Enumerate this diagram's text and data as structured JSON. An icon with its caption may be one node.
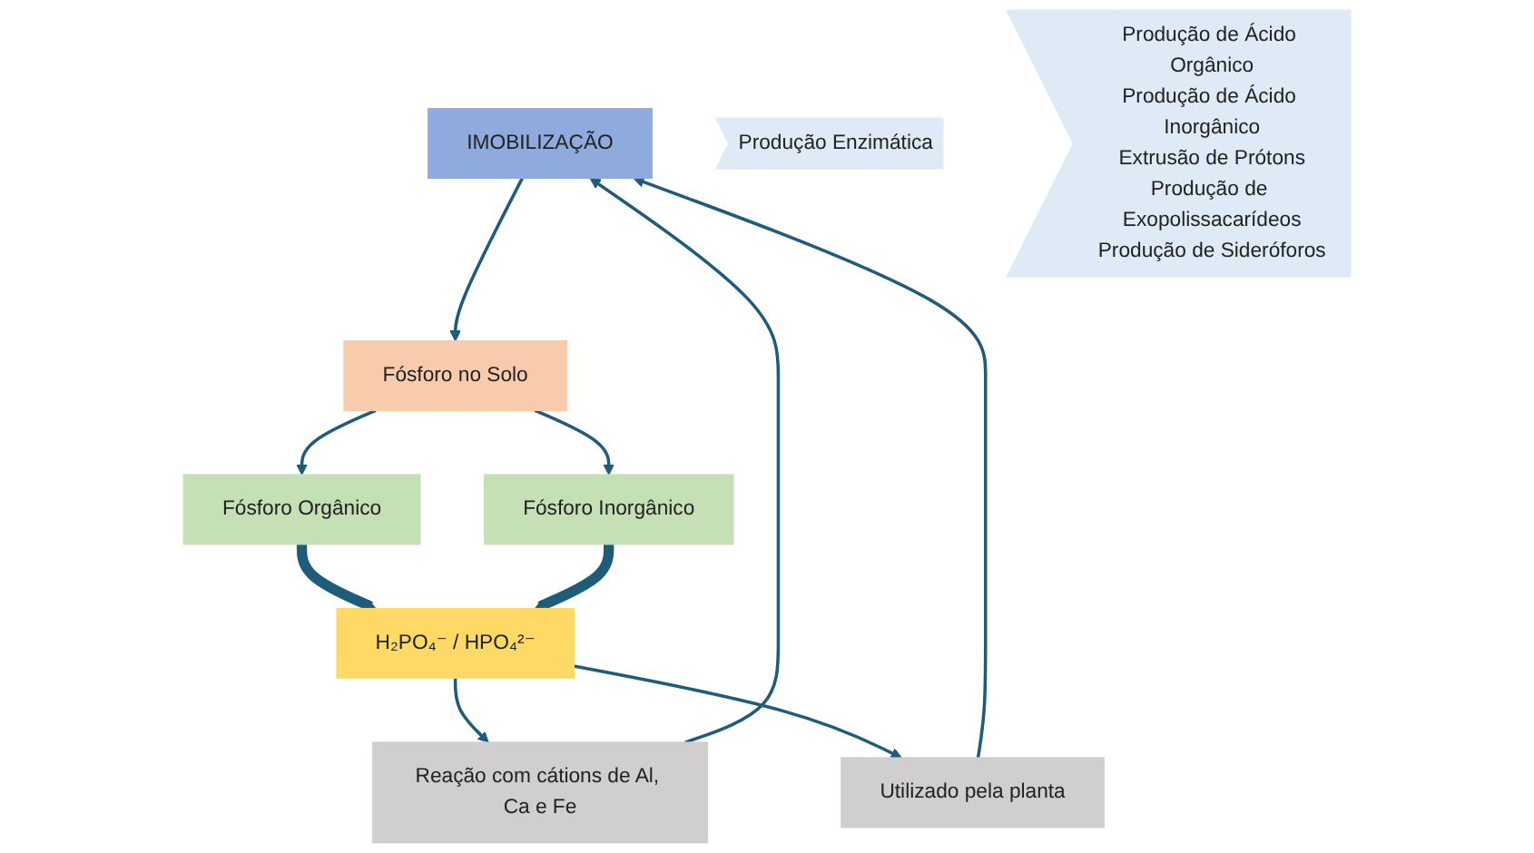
{
  "diagram": {
    "nodes": [
      {
        "text": [
          "IMOBILIZAÇÃO"
        ]
      },
      {
        "text": [
          "Fósforo no Solo"
        ]
      },
      {
        "text": [
          "Fósforo Orgânico"
        ]
      },
      {
        "text": [
          "Fósforo Inorgânico"
        ]
      },
      {
        "text": [
          "Produção Enzimática"
        ]
      },
      {
        "text": [
          "Produção de Ácido Orgânico",
          "Produção de Ácido Inorgânico",
          "Extrusão de Prótons",
          "Produção de Exopolissacarídeos",
          "Produção de Sideróforos"
        ]
      },
      {
        "text": [
          "H₂PO₄⁻ / HPO₄²⁻"
        ]
      },
      {
        "text": [
          "Reação com cátions de Al, Ca e Fe"
        ]
      },
      {
        "text": [
          "Utilizado pela planta"
        ]
      }
    ],
    "edges": [
      {
        "from": 0,
        "to": 1,
        "arrow": "to"
      },
      {
        "from": 1,
        "to": 2,
        "arrow": "to"
      },
      {
        "from": 1,
        "to": 3,
        "arrow": "to"
      },
      {
        "from": 2,
        "to": 6,
        "arrow": "to",
        "style": "thick"
      },
      {
        "from": 3,
        "to": 6,
        "arrow": "to",
        "style": "thick"
      },
      {
        "from": 6,
        "to": 7,
        "arrow": "to"
      },
      {
        "from": 6,
        "to": 8,
        "arrow": "to"
      },
      {
        "from": 7,
        "to": 0,
        "arrow": "to"
      },
      {
        "from": 8,
        "to": 0,
        "arrow": "to"
      }
    ]
  }
}
